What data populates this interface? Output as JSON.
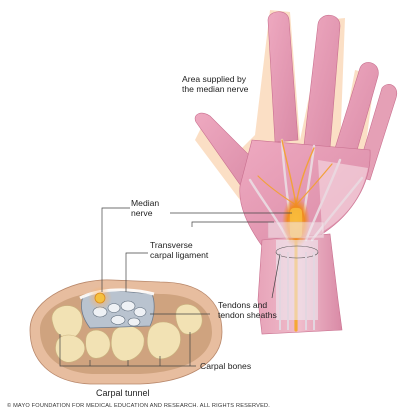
{
  "labels": {
    "median_area": "Area supplied by the median nerve",
    "median_area_line1": "Area supplied by",
    "median_area_line2": "the median nerve",
    "median_nerve_line1": "Median",
    "median_nerve_line2": "nerve",
    "ligament_line1": "Transverse",
    "ligament_line2": "carpal ligament",
    "tendons_line1": "Tendons and",
    "tendons_line2": "tendon sheaths",
    "carpal_bones": "Carpal bones",
    "carpal_tunnel": "Carpal tunnel"
  },
  "copyright": "© MAYO FOUNDATION FOR MEDICAL EDUCATION AND RESEARCH. ALL RIGHTS RESERVED.",
  "colors": {
    "skin": "#e8a3b8",
    "skin_dark": "#d47f9b",
    "glow": "#f4a65a",
    "nerve": "#f0a030",
    "tendon": "#e9dbe4",
    "bone": "#f2e2b4",
    "tissue": "#c9a07c",
    "leader": "#444444"
  }
}
